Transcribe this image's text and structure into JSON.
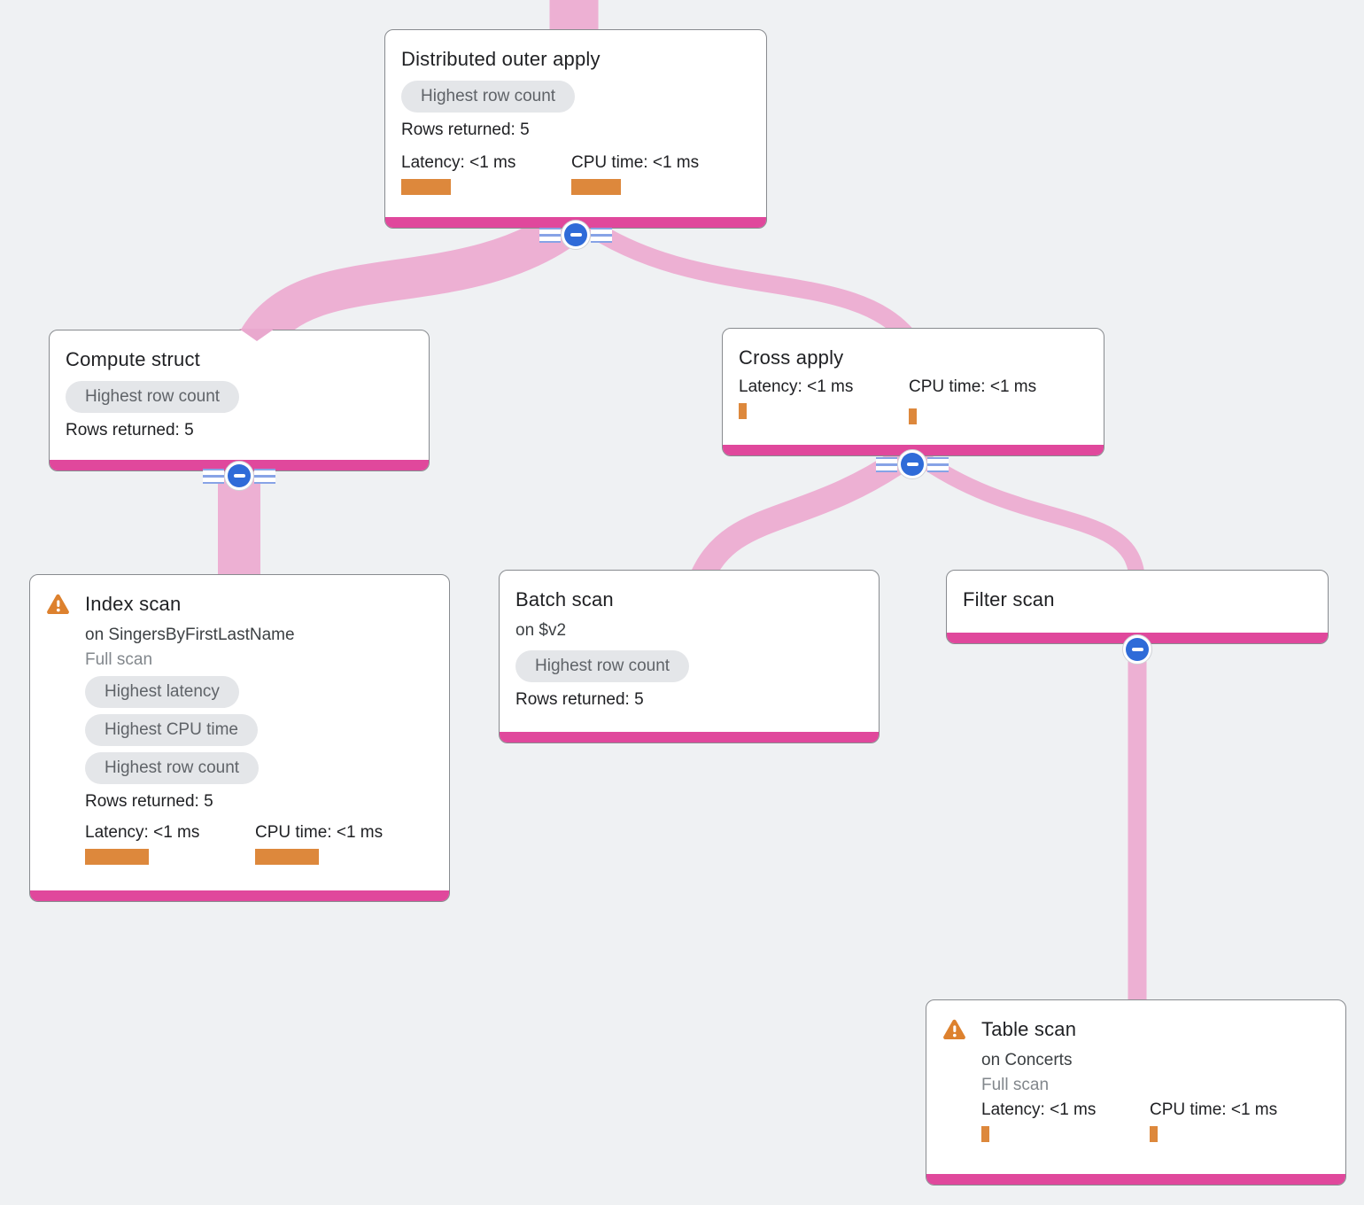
{
  "palette": {
    "link_pink": "#edb0d3",
    "node_bottom_bar": "#e0489c",
    "metric_bar_orange": "#dd883c",
    "warning_orange": "#dd812e",
    "collapse_blue": "#2f6bd8",
    "badge_bg": "#e4e6e9",
    "badge_text": "#5f6368"
  },
  "nodes": [
    {
      "title": "Distributed outer apply",
      "badges": [
        "Highest row count"
      ],
      "rows_returned": "Rows returned: 5",
      "metrics": {
        "latency": {
          "label": "Latency: <1 ms",
          "bar": "56px"
        },
        "cpu": {
          "label": "CPU time: <1 ms",
          "bar": "56px"
        }
      }
    },
    {
      "title": "Compute struct",
      "badges": [
        "Highest row count"
      ],
      "rows_returned": "Rows returned: 5"
    },
    {
      "title": "Cross apply",
      "metrics": {
        "latency": {
          "label": "Latency: <1 ms",
          "bar": "9px"
        },
        "cpu": {
          "label": "CPU time: <1 ms",
          "bar": "9px"
        }
      }
    },
    {
      "title": "Index scan",
      "warning": true,
      "subtitle": "on SingersByFirstLastName",
      "scan_type": "Full scan",
      "badges": [
        "Highest latency",
        "Highest CPU time",
        "Highest row count"
      ],
      "rows_returned": "Rows returned: 5",
      "metrics": {
        "latency": {
          "label": "Latency: <1 ms",
          "bar": "72px"
        },
        "cpu": {
          "label": "CPU time: <1 ms",
          "bar": "72px"
        }
      }
    },
    {
      "title": "Batch scan",
      "subtitle": "on $v2",
      "badges": [
        "Highest row count"
      ],
      "rows_returned": "Rows returned: 5"
    },
    {
      "title": "Filter scan"
    },
    {
      "title": "Table scan",
      "warning": true,
      "subtitle": "on Concerts",
      "scan_type": "Full scan",
      "metrics": {
        "latency": {
          "label": "Latency: <1 ms",
          "bar": "9px"
        },
        "cpu": {
          "label": "CPU time: <1 ms",
          "bar": "9px"
        }
      }
    }
  ]
}
